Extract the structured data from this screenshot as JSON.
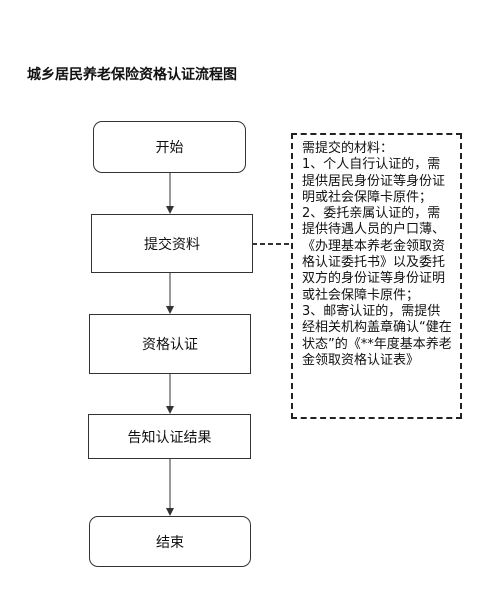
{
  "title": "城乡居民养老保险资格认证流程图",
  "steps": {
    "start": "开始",
    "submit": "提交资料",
    "verify": "资格认证",
    "notify": "告知认证结果",
    "end": "结束"
  },
  "note": {
    "heading": "需提交的材料：",
    "item1": "1、个人自行认证的，需提供居民身份证等身份证明或社会保障卡原件；",
    "item2": "2、委托亲属认证的，需提供待遇人员的户口薄、《办理基本养老金领取资格认证委托书》以及委托双方的身份证等身份证明或社会保障卡原件；",
    "item3": "3、邮寄认证的，需提供经相关机构盖章确认“健在状态”的《**年度基本养老金领取资格认证表》"
  }
}
